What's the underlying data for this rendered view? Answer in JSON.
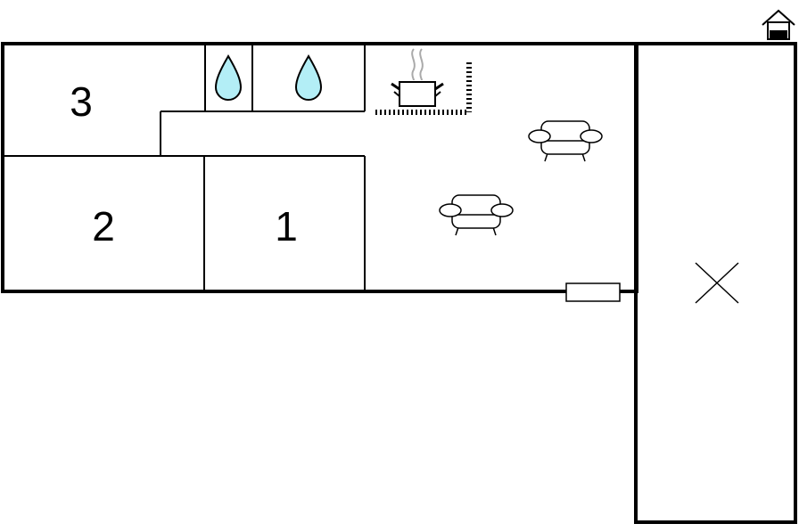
{
  "floorplan": {
    "rooms": [
      {
        "id": "bedroom-1",
        "label": "1"
      },
      {
        "id": "bedroom-2",
        "label": "2"
      },
      {
        "id": "bedroom-3",
        "label": "3"
      }
    ],
    "icons": {
      "house": "house-icon",
      "water_1": "water-drop-icon",
      "water_2": "water-drop-icon",
      "kitchen": "cooking-pot-icon",
      "sofa_1": "sofa-icon",
      "sofa_2": "sofa-icon",
      "terrace": "cross-mark-icon",
      "door": "door-icon"
    },
    "colors": {
      "wall": "#000000",
      "water": "#b3eef6",
      "background": "#ffffff"
    }
  }
}
